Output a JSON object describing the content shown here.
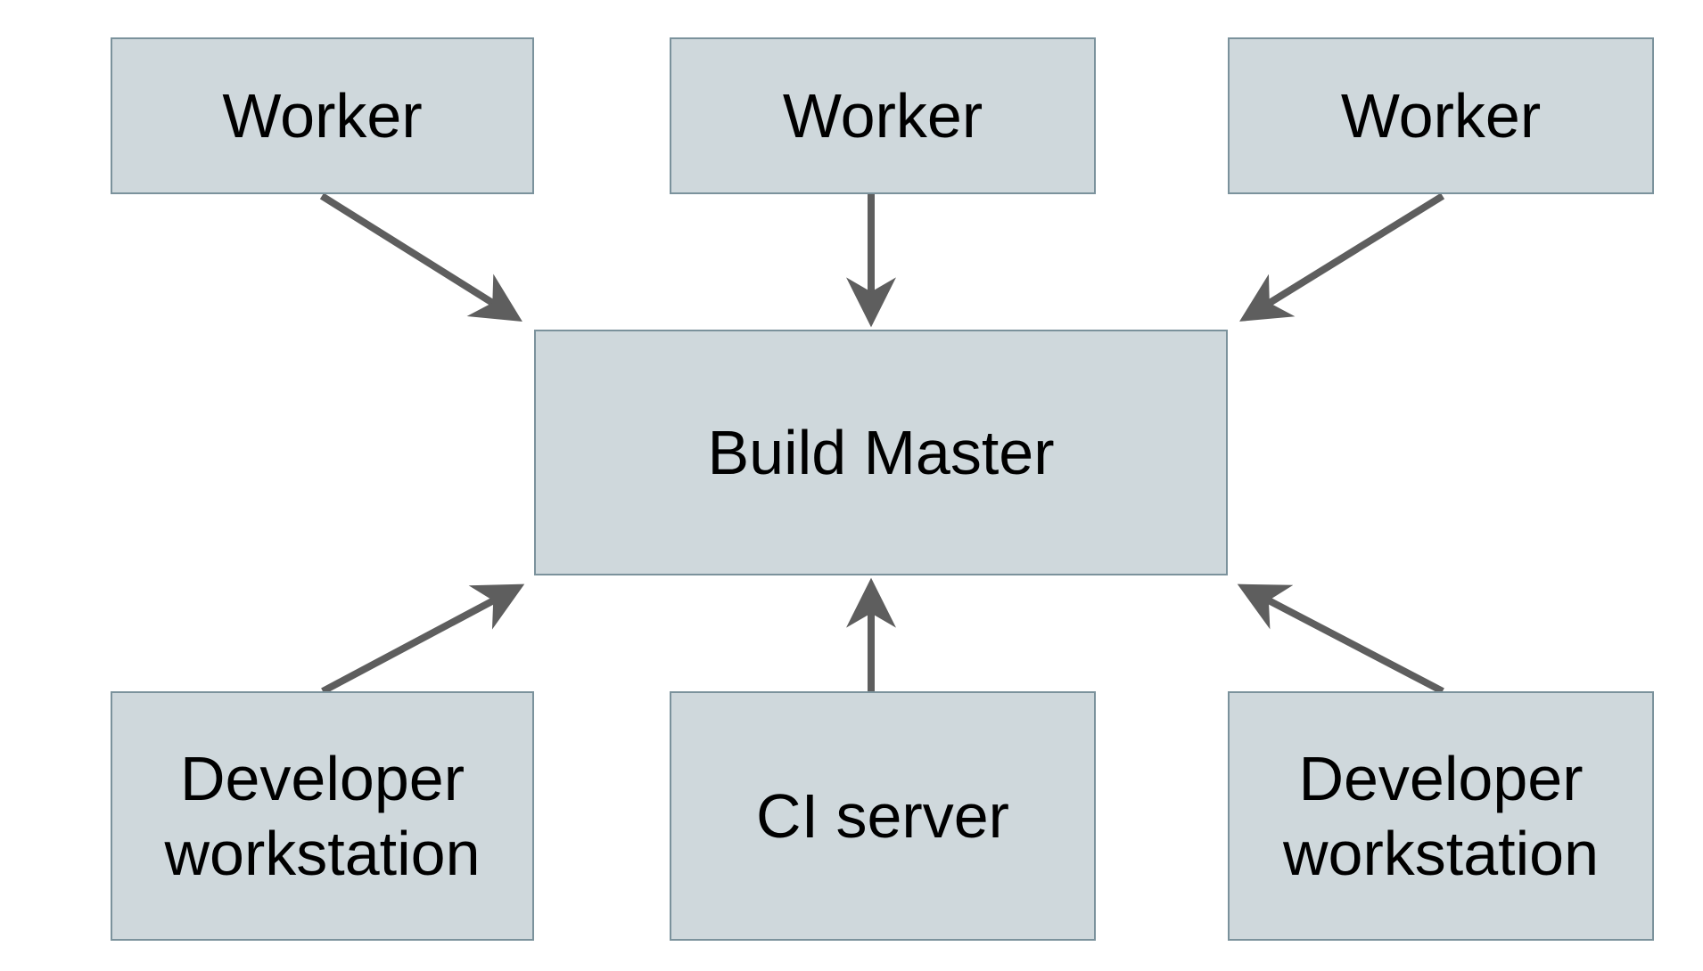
{
  "diagram": {
    "type": "architecture-diagram",
    "background_color": "#ffffff",
    "nodes": {
      "worker_1": {
        "label": "Worker",
        "row": "top"
      },
      "worker_2": {
        "label": "Worker",
        "row": "top"
      },
      "worker_3": {
        "label": "Worker",
        "row": "top"
      },
      "build_master": {
        "label": "Build Master",
        "row": "center"
      },
      "dev_workstation_left": {
        "label": "Developer workstation",
        "row": "bottom"
      },
      "ci_server": {
        "label": "CI server",
        "row": "bottom"
      },
      "dev_workstation_right": {
        "label": "Developer workstation",
        "row": "bottom"
      }
    },
    "edges": [
      {
        "from": "worker_1",
        "to": "build_master",
        "direction": "down"
      },
      {
        "from": "worker_2",
        "to": "build_master",
        "direction": "down"
      },
      {
        "from": "worker_3",
        "to": "build_master",
        "direction": "down"
      },
      {
        "from": "dev_workstation_left",
        "to": "build_master",
        "direction": "up"
      },
      {
        "from": "ci_server",
        "to": "build_master",
        "direction": "up"
      },
      {
        "from": "dev_workstation_right",
        "to": "build_master",
        "direction": "up"
      }
    ],
    "colors": {
      "node_fill": "#cfd8dc",
      "node_border": "#7b929c",
      "arrow": "#5e5e5e",
      "text": "#000000"
    },
    "arrowhead_style": "stealth"
  }
}
